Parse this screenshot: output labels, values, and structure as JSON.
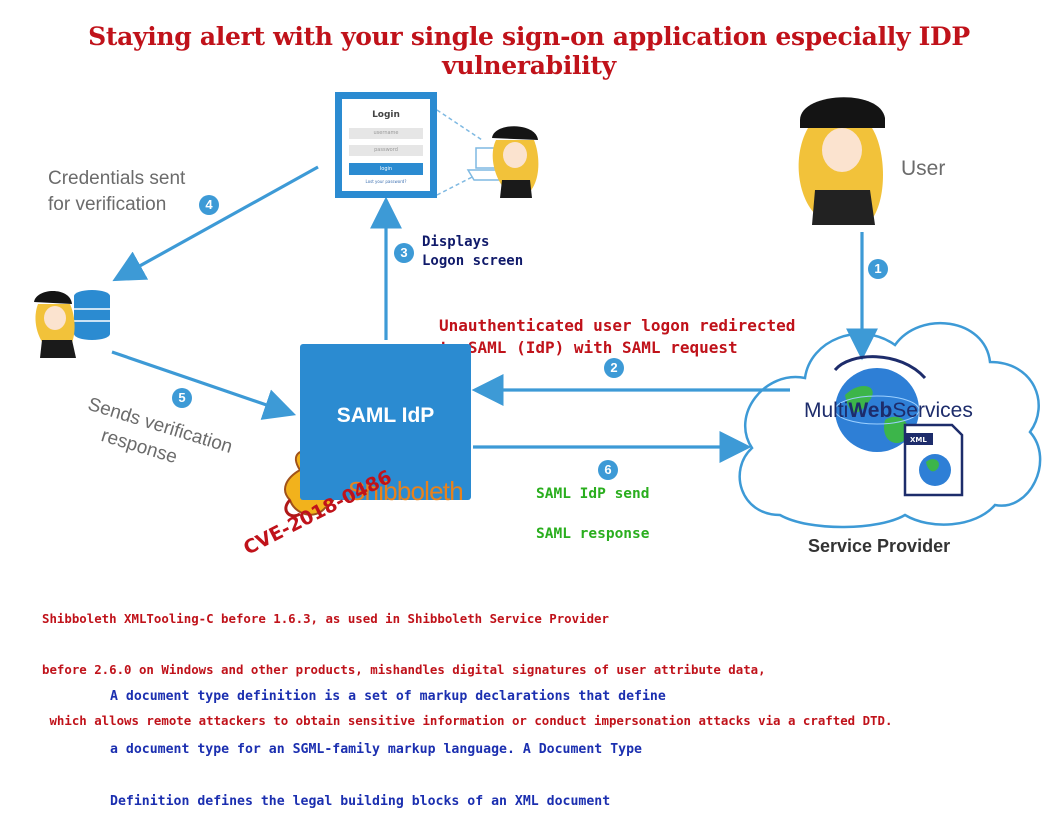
{
  "title": "Staying alert with your single sign-on application especially IDP vulnerability",
  "login": {
    "title": "Login",
    "username_placeholder": "username",
    "password_placeholder": "password",
    "button": "login",
    "forgot": "Lost your password?"
  },
  "steps": {
    "credentials": {
      "number": "4",
      "line1": "Credentials sent",
      "line2": "for verification"
    },
    "displays": {
      "number": "3",
      "line1": "Displays",
      "line2": "Logon screen"
    },
    "user": {
      "number": "1",
      "label": "User"
    },
    "redirect": {
      "number": "2",
      "line1": "Unauthenticated user logon redirected",
      "line2": "to SAML (IdP) with SAML request"
    },
    "verify": {
      "number": "5",
      "line1": "Sends verification",
      "line2": "response"
    },
    "response": {
      "number": "6",
      "line1": "SAML IdP send",
      "line2": "SAML response"
    }
  },
  "idp_label": "SAML IdP",
  "shibboleth": "Shibboleth",
  "service_provider": {
    "brand_prefix": "Multi",
    "brand_bold": "Web",
    "brand_suffix": "Services",
    "label": "Service Provider",
    "xml_badge": "XML"
  },
  "cve_id": "CVE-2018-0486",
  "cve_description": [
    "Shibboleth XMLTooling-C before 1.6.3, as used in Shibboleth Service Provider",
    "before 2.6.0 on Windows and other products, mishandles digital signatures of user attribute data,",
    " which allows remote attackers to obtain sensitive information or conduct impersonation attacks via a crafted DTD."
  ],
  "dtd_description": [
    "A document type definition is a set of markup declarations that define",
    "a document type for an SGML-family markup language. A Document Type",
    "Definition defines the legal building blocks of an XML document"
  ],
  "colors": {
    "title_red": "#c0121a",
    "arrow_blue": "#3d9ad6",
    "idp_blue": "#2b8bd1",
    "green_text": "#2aae1e",
    "navy_text": "#101a6a",
    "dtd_blue": "#1b2fb0",
    "shibboleth_orange": "#e8821c"
  },
  "icons": [
    "user-avatar-icon",
    "laptop-user-icon",
    "database-user-icon",
    "globe-icon",
    "xml-document-icon",
    "shibboleth-griffin-icon",
    "cloud-icon"
  ]
}
